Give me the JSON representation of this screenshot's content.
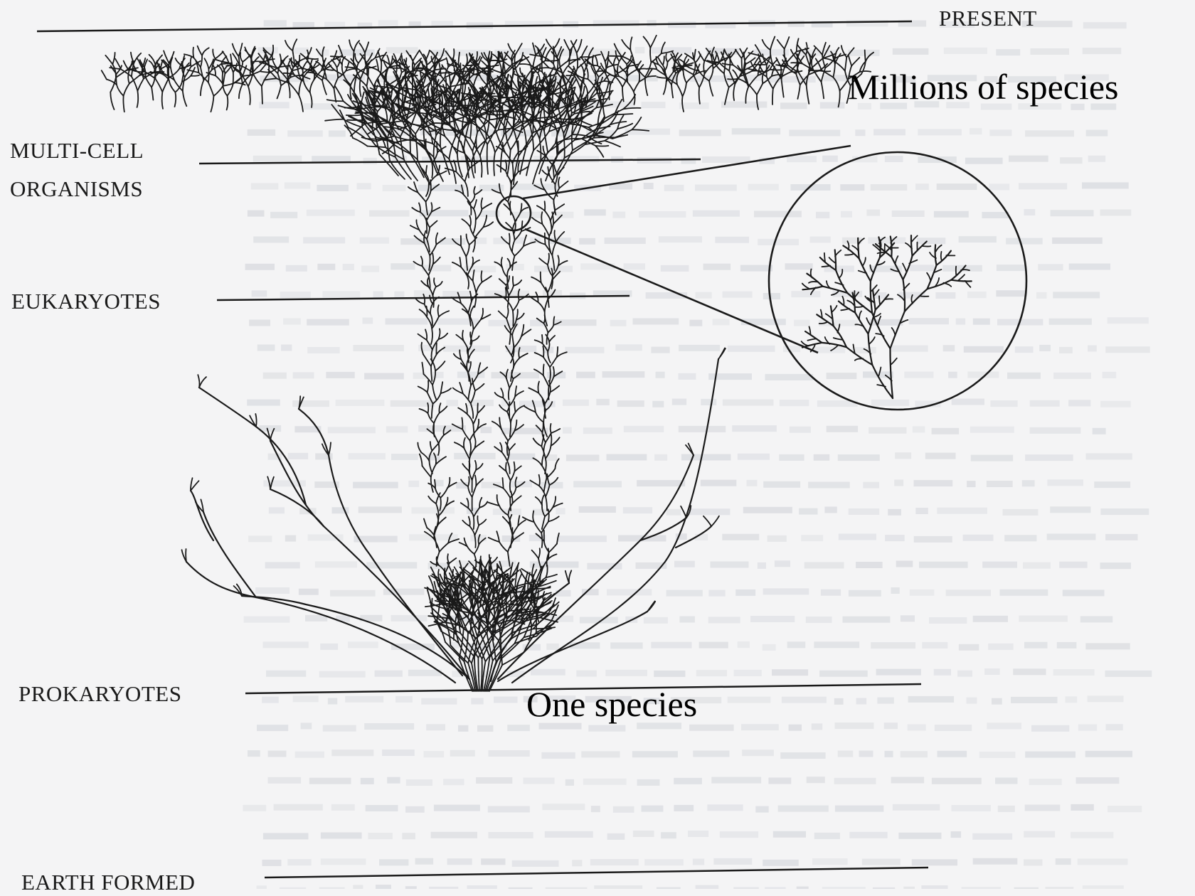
{
  "labels": {
    "present": "PRESENT",
    "millions": "Millions of species",
    "multicell_line1": "MULTI-CELL",
    "multicell_line2": "ORGANISMS",
    "eukaryotes": "EUKARYOTES",
    "prokaryotes": "PROKARYOTES",
    "one_species": "One species",
    "earth_formed": "EARTH FORMED"
  },
  "colors": {
    "ink": "#1a1a1a",
    "paper": "#f4f4f5",
    "bleed_through": "#c9ccd3"
  }
}
